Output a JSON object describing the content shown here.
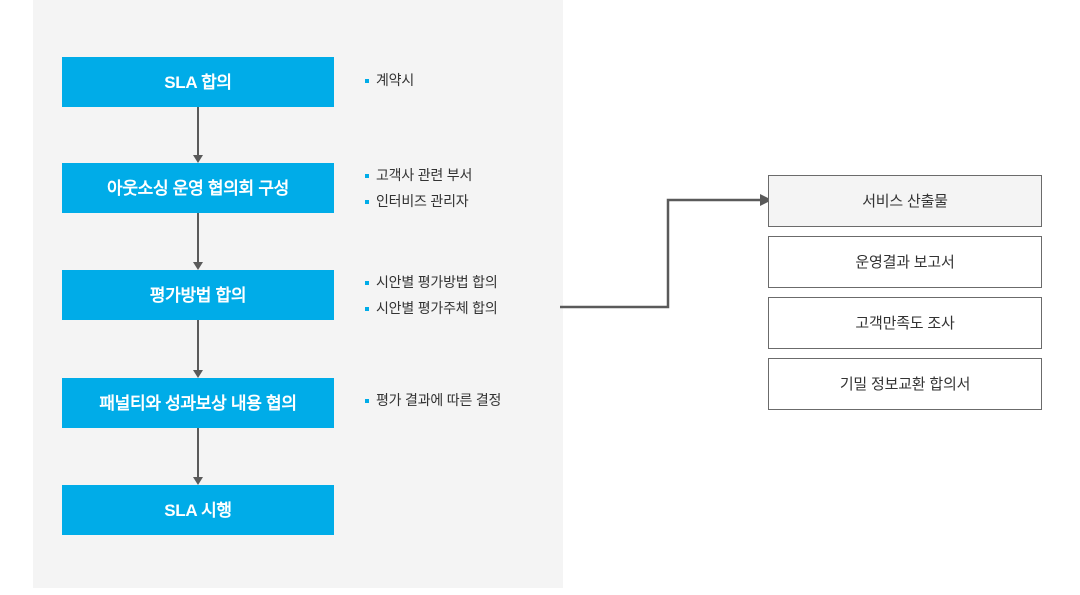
{
  "diagram": {
    "colors": {
      "process_fill": "#00ace8",
      "process_text": "#ffffff",
      "panel_bg": "#f4f4f4",
      "bullet": "#00ace8",
      "note_text": "#333333",
      "connector": "#5a5a5a",
      "output_border": "#6b6b6b",
      "output_shaded_fill": "#f4f4f4"
    },
    "flow": {
      "steps": [
        {
          "label": "SLA 합의",
          "notes": [
            "계약시"
          ]
        },
        {
          "label": "아웃소싱 운영 협의회 구성",
          "notes": [
            "고객사 관련 부서",
            "인터비즈 관리자"
          ]
        },
        {
          "label": "평가방법 합의",
          "notes": [
            "시안별 평가방법 합의",
            "시안별 평가주체 합의"
          ]
        },
        {
          "label": "패널티와 성과보상 내용 협의",
          "notes": [
            "평가 결과에 따른 결정"
          ]
        },
        {
          "label": "SLA 시행",
          "notes": []
        }
      ]
    },
    "outputs": {
      "items": [
        {
          "label": "서비스 산출물",
          "shaded": true
        },
        {
          "label": "운영결과 보고서",
          "shaded": false
        },
        {
          "label": "고객만족도 조사",
          "shaded": false
        },
        {
          "label": "기밀 정보교환 합의서",
          "shaded": false
        }
      ]
    }
  }
}
